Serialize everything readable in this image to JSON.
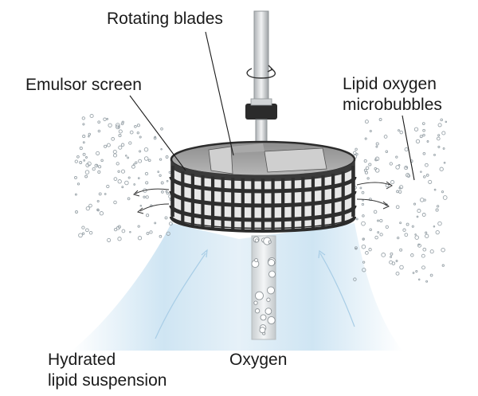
{
  "labels": {
    "rotating_blades": "Rotating blades",
    "emulsor_screen": "Emulsor screen",
    "lipid_line1": "Lipid oxygen",
    "lipid_line2": "microbubbles",
    "hydrated_line1": "Hydrated",
    "hydrated_line2": "lipid suspension",
    "oxygen": "Oxygen"
  },
  "colors": {
    "cage": "#2b2b2b",
    "cage_bars": "#444444",
    "shaft": "#cfcfcf",
    "flow": "#d6eaf6",
    "bubbles": "#9aa4aa",
    "tube": "#d9dcde"
  }
}
